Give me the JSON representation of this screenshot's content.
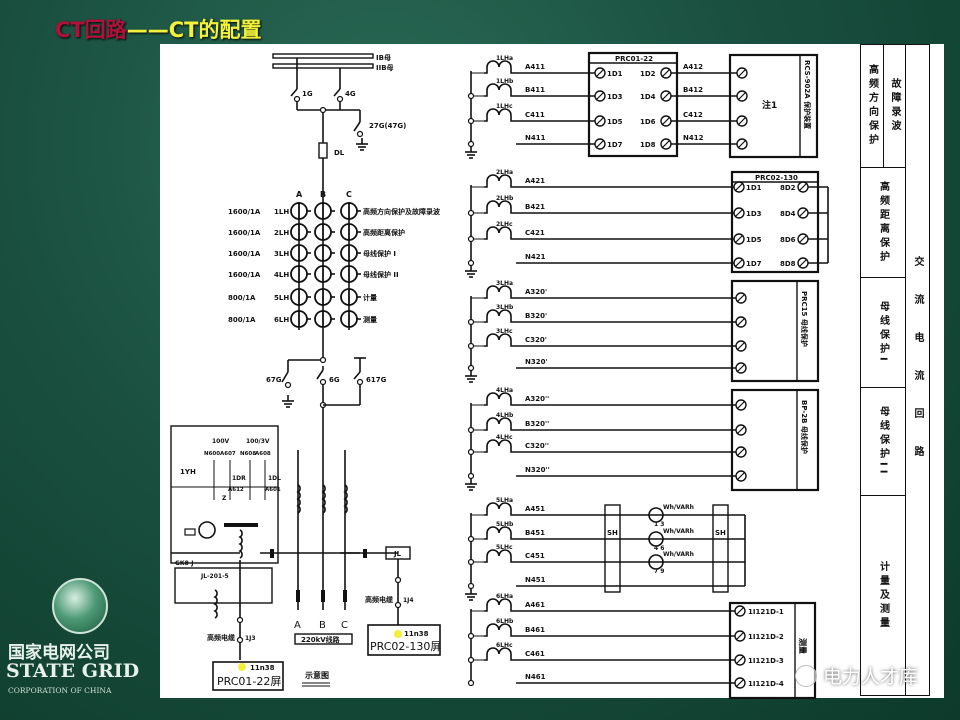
{
  "title": {
    "part1": "CT回路",
    "part2": "——CT的配置"
  },
  "colors": {
    "title_red": "#b0103a",
    "title_yellow": "#f2f23a",
    "background": "#1a5040",
    "highlight": "#f4ee3a"
  },
  "logo": {
    "cn": "国家电网公司",
    "en": "STATE GRID",
    "sub": "CORPORATION OF CHINA"
  },
  "watermark": {
    "icon": "wechat-icon",
    "text": "电力人才库"
  },
  "diagram": {
    "bus": [
      "IB母",
      "IIB母"
    ],
    "switches": {
      "s1": "1G",
      "s4": "4G",
      "ground": "27G(47G)",
      "breaker": "DL",
      "s67": "67G",
      "s6": "6G",
      "s617": "617G"
    },
    "phases": [
      "A",
      "B",
      "C"
    ],
    "ct_rows": [
      {
        "ratio": "1600/1A",
        "name": "1LH",
        "use": "高频方向保护及故障录波"
      },
      {
        "ratio": "1600/1A",
        "name": "2LH",
        "use": "高频距离保护"
      },
      {
        "ratio": "1600/1A",
        "name": "3LH",
        "use": "母线保护 I"
      },
      {
        "ratio": "1600/1A",
        "name": "4LH",
        "use": "母线保护 II"
      },
      {
        "ratio": "800/1A",
        "name": "5LH",
        "use": "计量"
      },
      {
        "ratio": "800/1A",
        "name": "6LH",
        "use": "测量"
      }
    ],
    "line_label": "220kV线路",
    "pt": {
      "name": "1YH",
      "v1": "100V",
      "v2": "100/3V",
      "terms": [
        "N600",
        "A607",
        "N608",
        "A608"
      ],
      "r1": "1DR",
      "r2": "1DL",
      "t1": "A612",
      "t2": "A601",
      "z": "Z"
    },
    "gk": "GK8-J",
    "jl201": "JL-201-5",
    "jl": "JL",
    "cable": "高频电缆",
    "j3": "1J3",
    "j4": "1J4",
    "panel1": {
      "code": "11n38",
      "name": "PRC01-22屏"
    },
    "panel2": {
      "code": "11n38",
      "name": "PRC02-130屏"
    },
    "caption": "示意图",
    "groups": [
      {
        "cts": [
          "1LHa",
          "1LHb",
          "1LHc"
        ],
        "wires": [
          "A411",
          "B411",
          "C411",
          "N411"
        ],
        "box": {
          "title": "PRC01-22",
          "left": [
            "1D1",
            "1D3",
            "1D5",
            "1D7"
          ],
          "right": [
            "1D2",
            "1D4",
            "1D6",
            "1D8"
          ]
        },
        "out_wires": [
          "A412",
          "B412",
          "C412",
          "N412"
        ],
        "device_note": "注1",
        "device_label": "RCS-902A 保护装置"
      },
      {
        "cts": [
          "2LHa",
          "2LHb",
          "2LHc"
        ],
        "wires": [
          "A421",
          "B421",
          "C421",
          "N421"
        ],
        "box": {
          "title": "PRC02-130",
          "left": [
            "1D1",
            "1D3",
            "1D5",
            "1D7"
          ],
          "right": [
            "8D2",
            "8D4",
            "8D6",
            "8D8"
          ]
        }
      },
      {
        "cts": [
          "3LHa",
          "3LHb",
          "3LHc"
        ],
        "wires": [
          "A320'",
          "B320'",
          "C320'",
          "N320'"
        ],
        "device_label": "PRC15 母线保护"
      },
      {
        "cts": [
          "4LHa",
          "4LHb",
          "4LHc"
        ],
        "wires": [
          "A320''",
          "B320''",
          "C320''",
          "N320''"
        ],
        "device_label": "BP-2B 母线保护"
      },
      {
        "cts": [
          "5LHa",
          "5LHb",
          "5LHc"
        ],
        "wires": [
          "A451",
          "B451",
          "C451",
          "N451"
        ],
        "sh": "SH",
        "meters": [
          {
            "label": "Wh/VARh",
            "pins": "1 3"
          },
          {
            "label": "Wh/VARh",
            "pins": "4 6"
          },
          {
            "label": "Wh/VARh",
            "pins": "7 9"
          }
        ]
      },
      {
        "cts": [
          "6LHa",
          "6LHb",
          "6LHc"
        ],
        "wires": [
          "A461",
          "B461",
          "C461",
          "N461"
        ],
        "terms": [
          "1I121D-1",
          "1I121D-2",
          "1I121D-3",
          "1I121D-4"
        ],
        "device_label": "测量"
      }
    ]
  },
  "side_table": {
    "rows": [
      "高频方向保护",
      "故障录波",
      "高频距离保护",
      "母线保护I",
      "母线保护II",
      "计量及测量"
    ],
    "column": "交流电流回路"
  }
}
